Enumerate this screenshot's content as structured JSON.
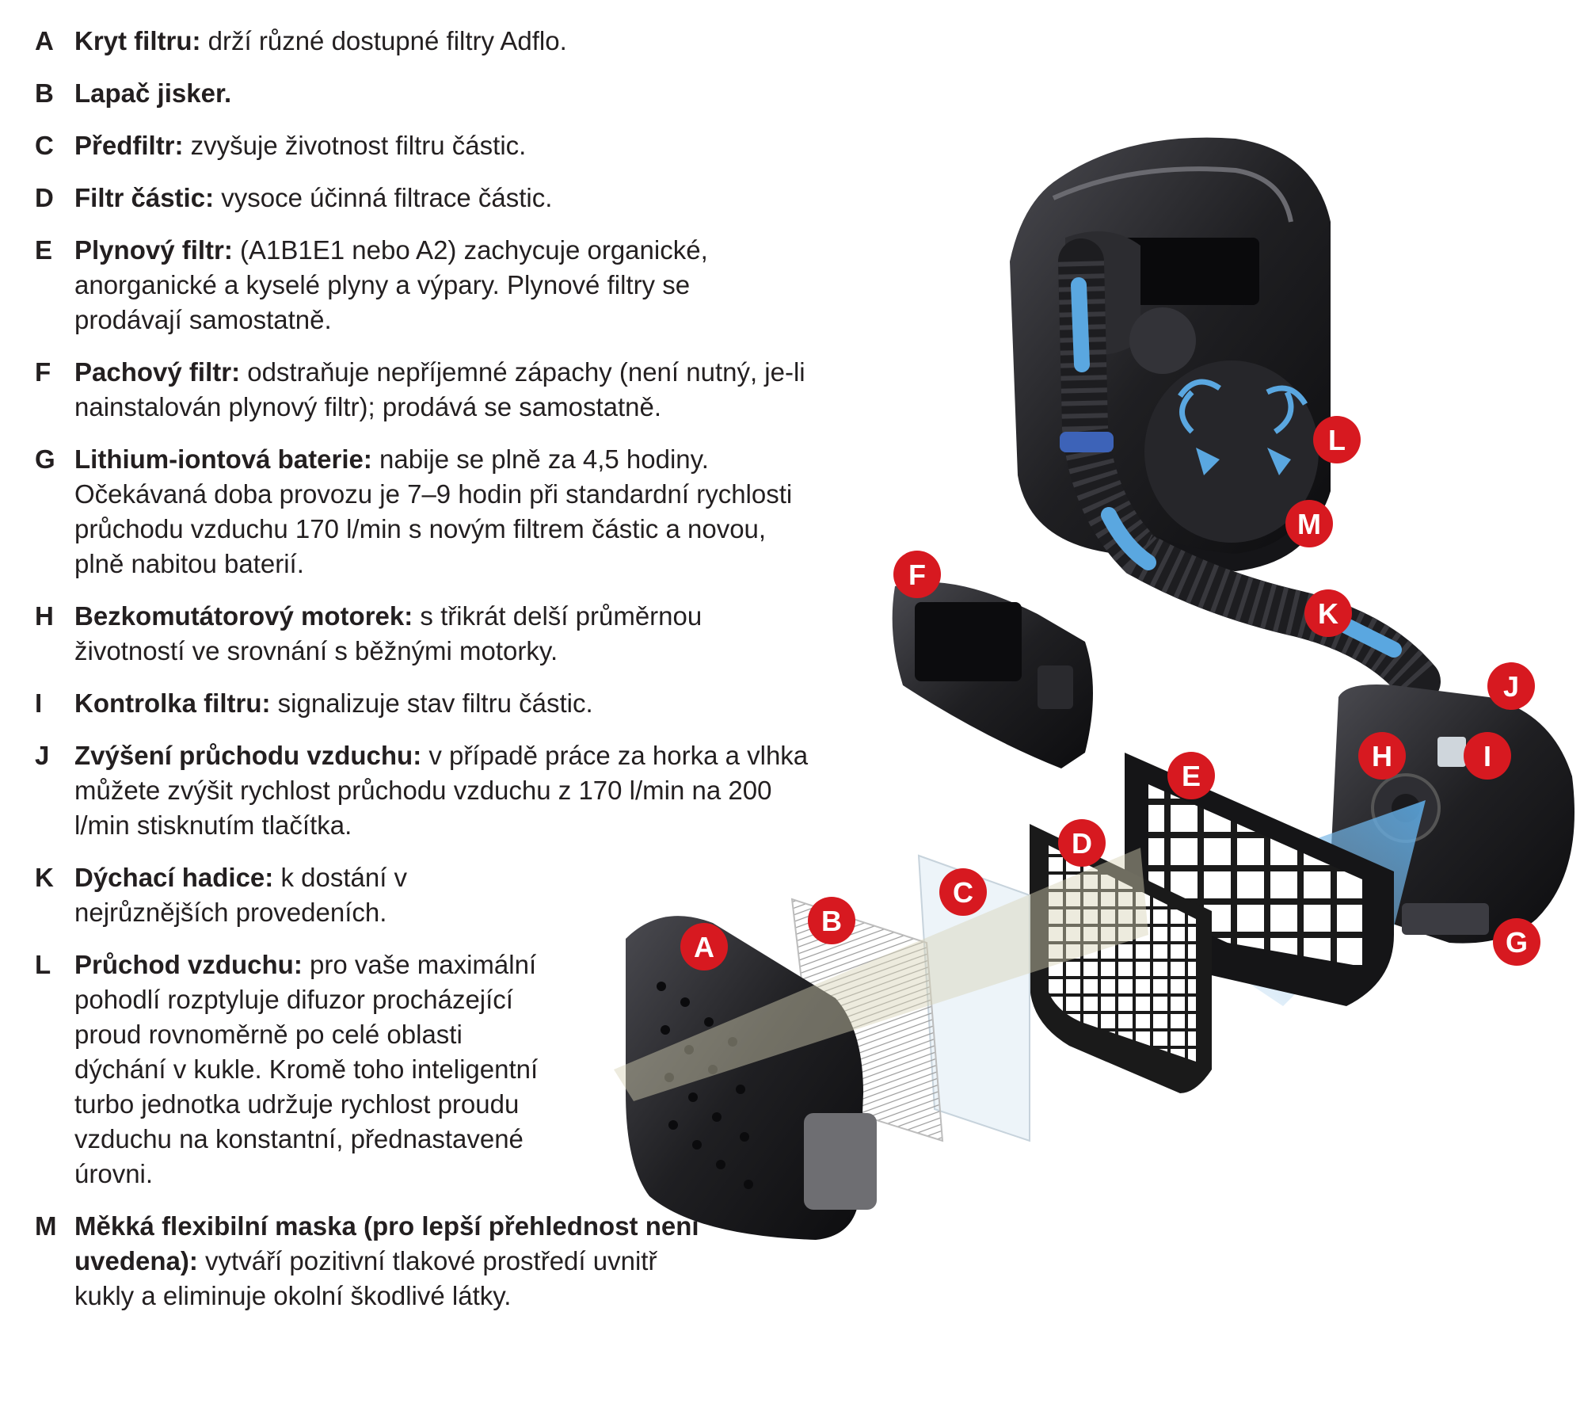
{
  "legend": {
    "items": [
      {
        "letter": "A",
        "term": "Kryt filtru:",
        "text": " drží různé dostupné filtry Adflo."
      },
      {
        "letter": "B",
        "term": "Lapač jisker.",
        "text": ""
      },
      {
        "letter": "C",
        "term": "Předfiltr:",
        "text": " zvyšuje životnost filtru částic."
      },
      {
        "letter": "D",
        "term": "Filtr částic:",
        "text": " vysoce účinná filtrace částic."
      },
      {
        "letter": "E",
        "term": "Plynový filtr:",
        "text": " (A1B1E1 nebo A2) zachycuje organické, anorganické a kyselé plyny a výpary. Plynové filtry se prodávají samostatně."
      },
      {
        "letter": "F",
        "term": "Pachový filtr:",
        "text": " odstraňuje nepříjemné zápachy (není nutný, je-li nainstalován plynový filtr); prodává se samostatně."
      },
      {
        "letter": "G",
        "term": "Lithium-iontová baterie:",
        "text": " nabije se plně za 4,5 hodiny. Očekávaná doba provozu je 7–9 hodin při standardní rychlosti průchodu vzduchu 170 l/min s novým filtrem částic a novou, plně nabitou baterií."
      },
      {
        "letter": "H",
        "term": "Bezkomutátorový motorek:",
        "text": " s třikrát delší průměrnou životností ve srovnání s běžnými motorky."
      },
      {
        "letter": "I",
        "term": "Kontrolka filtru:",
        "text": " signalizuje stav filtru částic."
      },
      {
        "letter": "J",
        "term": "Zvýšení průchodu vzduchu:",
        "text": " v případě práce za horka a vlhka můžete zvýšit rychlost průchodu vzduchu z 170 l/min na 200 l/min stisknutím tlačítka."
      },
      {
        "letter": "K",
        "term": "Dýchací hadice:",
        "text": " k dostání v nejrůznějších provedeních."
      },
      {
        "letter": "L",
        "term": "Průchod vzduchu:",
        "text": " pro vaše maximální pohodlí rozptyluje difuzor procházející proud rovnoměrně po celé oblasti dýchání v kukle. Kromě toho inteligentní turbo jednotka udržuje rychlost proudu vzduchu na konstantní, přednastavené úrovni."
      },
      {
        "letter": "M",
        "term": "Měkká flexibilní maska (pro lepší přehlednost není uvedena):",
        "text": " vytváří pozitivní tlakové prostředí uvnitř kukly a eliminuje okolní škodlivé látky."
      }
    ]
  },
  "callouts": {
    "A": "A",
    "B": "B",
    "C": "C",
    "D": "D",
    "E": "E",
    "F": "F",
    "G": "G",
    "H": "H",
    "I": "I",
    "J": "J",
    "K": "K",
    "L": "L",
    "M": "M"
  },
  "colors": {
    "callout": "#d71920",
    "part_dark": "#1f1f22",
    "part_mid": "#3a3a3e",
    "airflow": "#5aa7e0",
    "text": "#231f20"
  }
}
